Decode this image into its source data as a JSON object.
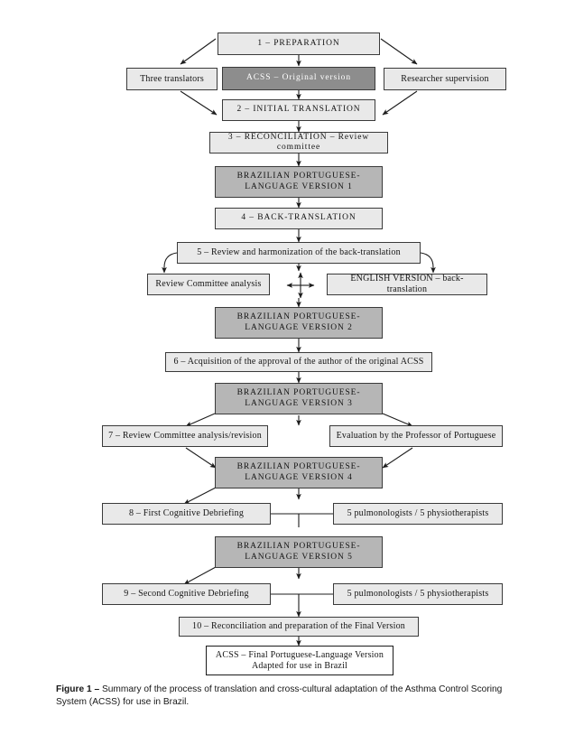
{
  "figure": {
    "caption_label": "Figure 1 –",
    "caption_text": " Summary of the process of translation and cross-cultural adaptation of the Asthma Control Scoring System (ACSS) for use in Brazil."
  },
  "colors": {
    "box_light": "#e9e9e9",
    "box_mid": "#b6b6b6",
    "box_dark": "#8d8d8d",
    "box_white": "#ffffff",
    "border": "#3a3a3a",
    "line": "#1c1c1c",
    "text": "#141414",
    "text_inverse": "#ffffff",
    "page_background": "#ffffff"
  },
  "chart_data": {
    "type": "diagram",
    "title": "Summary of the process of translation and cross-cultural adaptation of the ACSS",
    "nodes": [
      {
        "id": "n1",
        "label": "1 – PREPARATION",
        "style": "light"
      },
      {
        "id": "n2",
        "label": "Three translators",
        "style": "light"
      },
      {
        "id": "n3",
        "label": "ACSS – Original version",
        "style": "dark"
      },
      {
        "id": "n4",
        "label": "Researcher supervision",
        "style": "light"
      },
      {
        "id": "n5",
        "label": "2 – INITIAL TRANSLATION",
        "style": "light"
      },
      {
        "id": "n6",
        "label": "3 – RECONCILIATION – Review committee",
        "style": "light"
      },
      {
        "id": "n7",
        "label": "BRAZILIAN PORTUGUESE-\nLANGUAGE VERSION 1",
        "style": "mid"
      },
      {
        "id": "n8",
        "label": "4 – BACK-TRANSLATION",
        "style": "light"
      },
      {
        "id": "n9",
        "label": "5 – Review and harmonization of the back-translation",
        "style": "light"
      },
      {
        "id": "n10",
        "label": "Review Committee analysis",
        "style": "light"
      },
      {
        "id": "n11",
        "label": "ENGLISH VERSION – back-translation",
        "style": "light"
      },
      {
        "id": "n12",
        "label": "BRAZILIAN PORTUGUESE-\nLANGUAGE VERSION 2",
        "style": "mid"
      },
      {
        "id": "n13",
        "label": "6 – Acquisition of the approval of the author of the original ACSS",
        "style": "light"
      },
      {
        "id": "n14",
        "label": "BRAZILIAN PORTUGUESE-\nLANGUAGE VERSION 3",
        "style": "mid"
      },
      {
        "id": "n15",
        "label": "7 – Review Committee analysis/revision",
        "style": "light"
      },
      {
        "id": "n16",
        "label": "Evaluation by the Professor of Portuguese",
        "style": "light"
      },
      {
        "id": "n17",
        "label": "BRAZILIAN PORTUGUESE-\nLANGUAGE VERSION 4",
        "style": "mid"
      },
      {
        "id": "n18",
        "label": "8 – First Cognitive Debriefing",
        "style": "light"
      },
      {
        "id": "n19",
        "label": "5 pulmonologists / 5 physiotherapists",
        "style": "light"
      },
      {
        "id": "n20",
        "label": "BRAZILIAN PORTUGUESE-\nLANGUAGE VERSION 5",
        "style": "mid"
      },
      {
        "id": "n21",
        "label": "9 – Second Cognitive Debriefing",
        "style": "light"
      },
      {
        "id": "n22",
        "label": "5 pulmonologists / 5 physiotherapists",
        "style": "light"
      },
      {
        "id": "n23",
        "label": "10 – Reconciliation and preparation of the Final Version",
        "style": "light"
      },
      {
        "id": "n24",
        "label": "ACSS – Final Portuguese-Language Version\nAdapted for use in Brazil",
        "style": "white"
      }
    ],
    "edges": [
      {
        "from": "n1",
        "to": "n2",
        "kind": "diagonal-arrow"
      },
      {
        "from": "n1",
        "to": "n3",
        "kind": "straight-arrow"
      },
      {
        "from": "n1",
        "to": "n4",
        "kind": "diagonal-arrow"
      },
      {
        "from": "n2",
        "to": "n5",
        "kind": "diagonal-arrow"
      },
      {
        "from": "n3",
        "to": "n5",
        "kind": "straight-arrow"
      },
      {
        "from": "n4",
        "to": "n5",
        "kind": "diagonal-arrow"
      },
      {
        "from": "n5",
        "to": "n6",
        "kind": "straight-arrow"
      },
      {
        "from": "n6",
        "to": "n7",
        "kind": "straight-arrow"
      },
      {
        "from": "n7",
        "to": "n8",
        "kind": "straight-arrow"
      },
      {
        "from": "n8",
        "to": "n9",
        "kind": "straight-arrow"
      },
      {
        "from": "n9",
        "to": "n10",
        "kind": "curved-arrow"
      },
      {
        "from": "n9",
        "to": "n11",
        "kind": "curved-arrow"
      },
      {
        "from": "n10",
        "to": "n11",
        "kind": "four-way-cross"
      },
      {
        "from": "n9",
        "to": "n12",
        "kind": "straight-arrow"
      },
      {
        "from": "n12",
        "to": "n13",
        "kind": "straight-arrow"
      },
      {
        "from": "n13",
        "to": "n14",
        "kind": "straight-arrow"
      },
      {
        "from": "n14",
        "to": "n15",
        "kind": "diagonal-arrow"
      },
      {
        "from": "n14",
        "to": "n16",
        "kind": "diagonal-arrow"
      },
      {
        "from": "n15",
        "to": "n17",
        "kind": "diagonal-arrow"
      },
      {
        "from": "n16",
        "to": "n17",
        "kind": "diagonal-arrow"
      },
      {
        "from": "n17",
        "to": "n18",
        "kind": "diagonal-arrow"
      },
      {
        "from": "n18",
        "to": "n20",
        "kind": "tee-arrow"
      },
      {
        "from": "n19",
        "to": "n20",
        "kind": "tee-arrow"
      },
      {
        "from": "n20",
        "to": "n21",
        "kind": "diagonal-arrow"
      },
      {
        "from": "n21",
        "to": "n23",
        "kind": "tee-arrow"
      },
      {
        "from": "n22",
        "to": "n23",
        "kind": "tee-arrow"
      },
      {
        "from": "n23",
        "to": "n24",
        "kind": "straight-arrow"
      }
    ]
  }
}
